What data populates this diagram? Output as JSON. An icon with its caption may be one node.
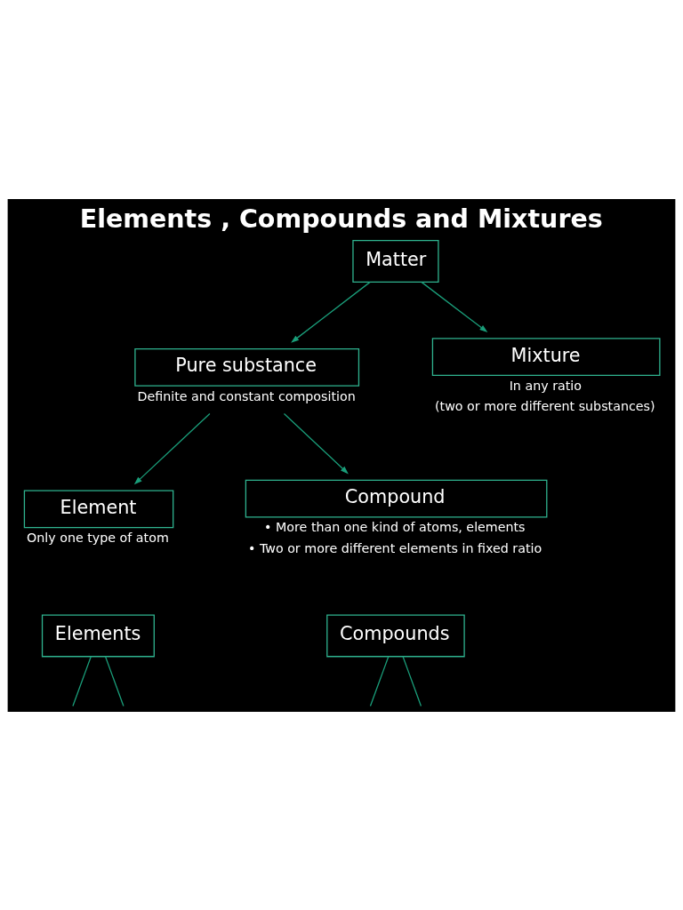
{
  "diagram": {
    "title": "Elements , Compounds and Mixtures",
    "nodes": [
      {
        "text": [
          "Matter"
        ]
      },
      {
        "text": [
          "Pure substance"
        ],
        "beside": [
          "Definite and constant composition"
        ]
      },
      {
        "text": [
          "Mixture"
        ],
        "beside": [
          "In any ratio",
          "(two or more different substances)"
        ]
      },
      {
        "text": [
          "Element"
        ],
        "beside": [
          "Only one type of atom"
        ]
      },
      {
        "text": [
          "Compound"
        ],
        "beside": [
          "• More than one kind of atoms, elements",
          "• Two or more different elements in fixed ratio"
        ]
      },
      {
        "text": [
          "Elements"
        ]
      },
      {
        "text": [
          "Compounds"
        ]
      }
    ],
    "edges": [
      {
        "from": 0,
        "to": 1,
        "arrow": "to"
      },
      {
        "from": 0,
        "to": 2,
        "arrow": "to"
      },
      {
        "from": 1,
        "to": 3,
        "arrow": "to"
      },
      {
        "from": 1,
        "to": 4,
        "arrow": "to"
      },
      {
        "from": 5,
        "to": null,
        "arrow": "none"
      },
      {
        "from": 5,
        "to": null,
        "arrow": "none"
      },
      {
        "from": 6,
        "to": null,
        "arrow": "none"
      },
      {
        "from": 6,
        "to": null,
        "arrow": "none"
      }
    ]
  }
}
